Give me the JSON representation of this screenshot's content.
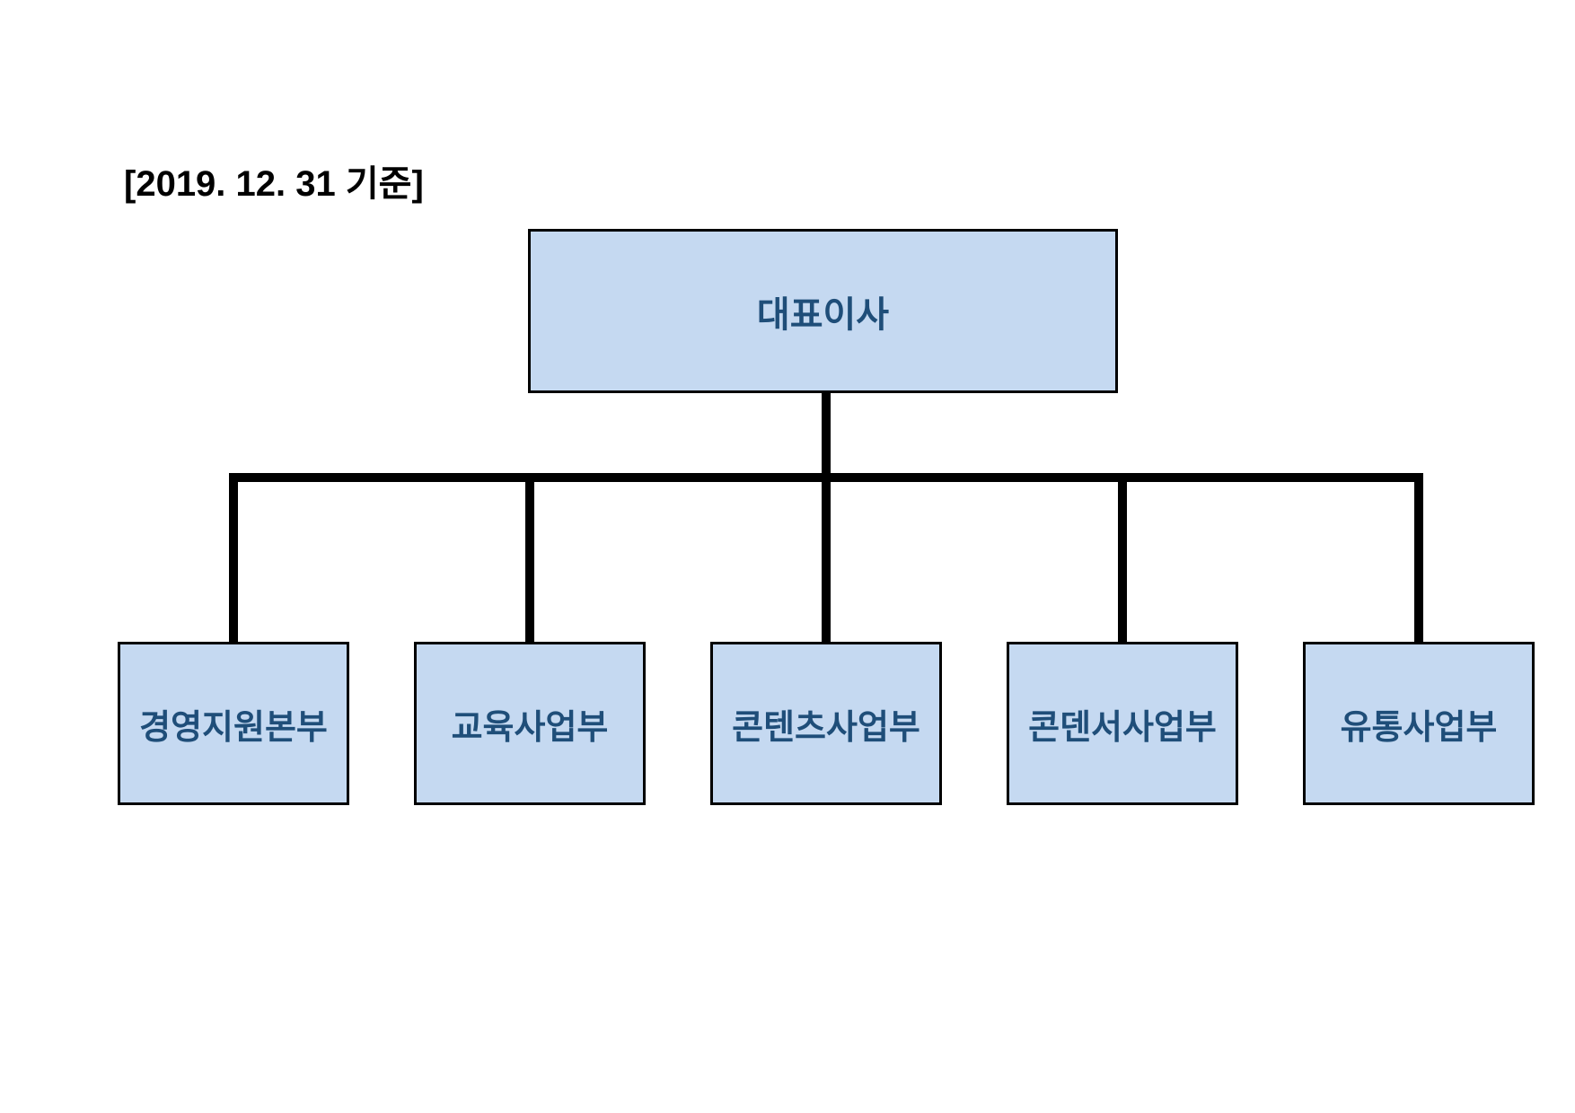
{
  "page": {
    "title": "[2019. 12. 31 기준]"
  },
  "colors": {
    "node_fill": "#c5d9f1",
    "node_border": "#000000",
    "node_text": "#1f4e79",
    "connector": "#000000",
    "title_text": "#000000",
    "background": "#ffffff"
  },
  "org_chart": {
    "root": {
      "label": "대표이사"
    },
    "children": [
      {
        "label": "경영지원본부"
      },
      {
        "label": "교육사업부"
      },
      {
        "label": "콘텐츠사업부"
      },
      {
        "label": "콘덴서사업부"
      },
      {
        "label": "유통사업부"
      }
    ]
  }
}
